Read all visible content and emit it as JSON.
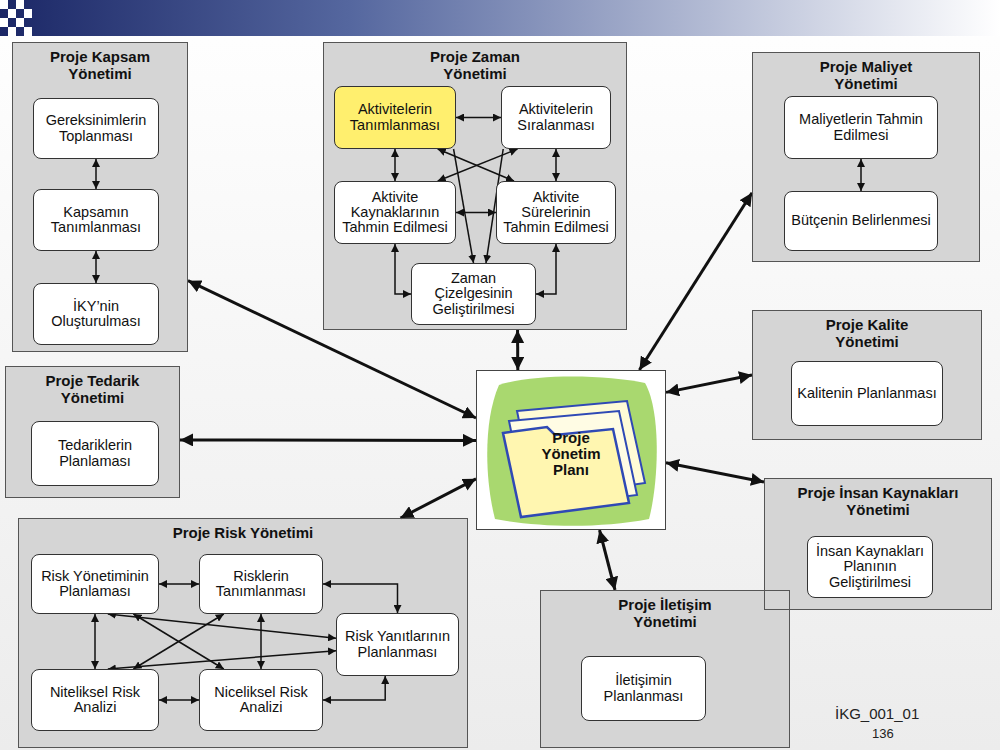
{
  "diagram": {
    "nodes": [
      {
        "text": [
          "Proje Kapsam Yönetimi"
        ]
      },
      {
        "text": [
          "Gereksinimlerin Toplanması"
        ],
        "in": 0
      },
      {
        "text": [
          "Kapsamın Tanımlanması"
        ],
        "in": 0
      },
      {
        "text": [
          "İKY’nin Oluşturulması"
        ],
        "in": 0
      },
      {
        "text": [
          "Proje Zaman Yönetimi"
        ]
      },
      {
        "text": [
          "Aktivitelerin Tanımlanması"
        ],
        "in": 4
      },
      {
        "text": [
          "Aktivitelerin Sıralanması"
        ],
        "in": 4
      },
      {
        "text": [
          "Aktivite Kaynaklarının Tahmin Edilmesi"
        ],
        "in": 4
      },
      {
        "text": [
          "Aktivite Sürelerinin Tahmin Edilmesi"
        ],
        "in": 4
      },
      {
        "text": [
          "Zaman Çizelgesinin Geliştirilmesi"
        ],
        "in": 4
      },
      {
        "text": [
          "Proje Maliyet Yönetimi"
        ]
      },
      {
        "text": [
          "Maliyetlerin Tahmin Edilmesi"
        ],
        "in": 10
      },
      {
        "text": [
          "Bütçenin Belirlenmesi"
        ],
        "in": 10
      },
      {
        "text": [
          "Proje Kalite Yönetimi"
        ]
      },
      {
        "text": [
          "Kalitenin Planlanması"
        ],
        "in": 13
      },
      {
        "text": [
          "Proje Tedarik Yönetimi"
        ]
      },
      {
        "text": [
          "Tedariklerin Planlaması"
        ],
        "in": 15
      },
      {
        "text": [
          "Proje Yönetim Planı"
        ]
      },
      {
        "text": [
          "Proje İnsan Kaynakları Yönetimi"
        ]
      },
      {
        "text": [
          "İnsan Kaynakları Planının Geliştirilmesi"
        ],
        "in": 18
      },
      {
        "text": [
          "Proje Risk Yönetimi"
        ]
      },
      {
        "text": [
          "Risk Yönetiminin Planlaması"
        ],
        "in": 20
      },
      {
        "text": [
          "Risklerin Tanımlanması"
        ],
        "in": 20
      },
      {
        "text": [
          "Risk Yanıtlarının Planlanması"
        ],
        "in": 20
      },
      {
        "text": [
          "Niteliksel Risk Analizi"
        ],
        "in": 20
      },
      {
        "text": [
          "Niceliksel Risk Analizi"
        ],
        "in": 20
      },
      {
        "text": [
          "Proje İletişim Yönetimi"
        ]
      },
      {
        "text": [
          "İletişimin Planlanması"
        ],
        "in": 26
      }
    ],
    "edges": [
      {
        "from": 1,
        "to": 2,
        "arrow": "both"
      },
      {
        "from": 2,
        "to": 3,
        "arrow": "both"
      },
      {
        "from": 5,
        "to": 6,
        "arrow": "both"
      },
      {
        "from": 5,
        "to": 7,
        "arrow": "both"
      },
      {
        "from": 6,
        "to": 8,
        "arrow": "both"
      },
      {
        "from": 7,
        "to": 8,
        "arrow": "both"
      },
      {
        "from": 5,
        "to": 8,
        "arrow": "both"
      },
      {
        "from": 6,
        "to": 7,
        "arrow": "both"
      },
      {
        "from": 5,
        "to": 9,
        "arrow": "to"
      },
      {
        "from": 6,
        "to": 9,
        "arrow": "to"
      },
      {
        "from": 7,
        "to": 9,
        "arrow": "both"
      },
      {
        "from": 8,
        "to": 9,
        "arrow": "both"
      },
      {
        "from": 11,
        "to": 12,
        "arrow": "both"
      },
      {
        "from": 21,
        "to": 22,
        "arrow": "both"
      },
      {
        "from": 22,
        "to": 23,
        "arrow": "both"
      },
      {
        "from": 21,
        "to": 24,
        "arrow": "both"
      },
      {
        "from": 22,
        "to": 25,
        "arrow": "both"
      },
      {
        "from": 24,
        "to": 25,
        "arrow": "both"
      },
      {
        "from": 25,
        "to": 23,
        "arrow": "both"
      },
      {
        "from": 21,
        "to": 25,
        "arrow": "both"
      },
      {
        "from": 22,
        "to": 24,
        "arrow": "both"
      },
      {
        "from": 21,
        "to": 23,
        "arrow": "both"
      },
      {
        "from": 24,
        "to": 23,
        "arrow": "both"
      },
      {
        "from": 0,
        "to": 17,
        "arrow": "both"
      },
      {
        "from": 4,
        "to": 17,
        "arrow": "both"
      },
      {
        "from": 10,
        "to": 17,
        "arrow": "both"
      },
      {
        "from": 13,
        "to": 17,
        "arrow": "both"
      },
      {
        "from": 15,
        "to": 17,
        "arrow": "both"
      },
      {
        "from": 18,
        "to": 17,
        "arrow": "both"
      },
      {
        "from": 20,
        "to": 17,
        "arrow": "both"
      },
      {
        "from": 26,
        "to": 17,
        "arrow": "both"
      }
    ],
    "labels": [
      "İKG_001_01",
      "136"
    ]
  }
}
